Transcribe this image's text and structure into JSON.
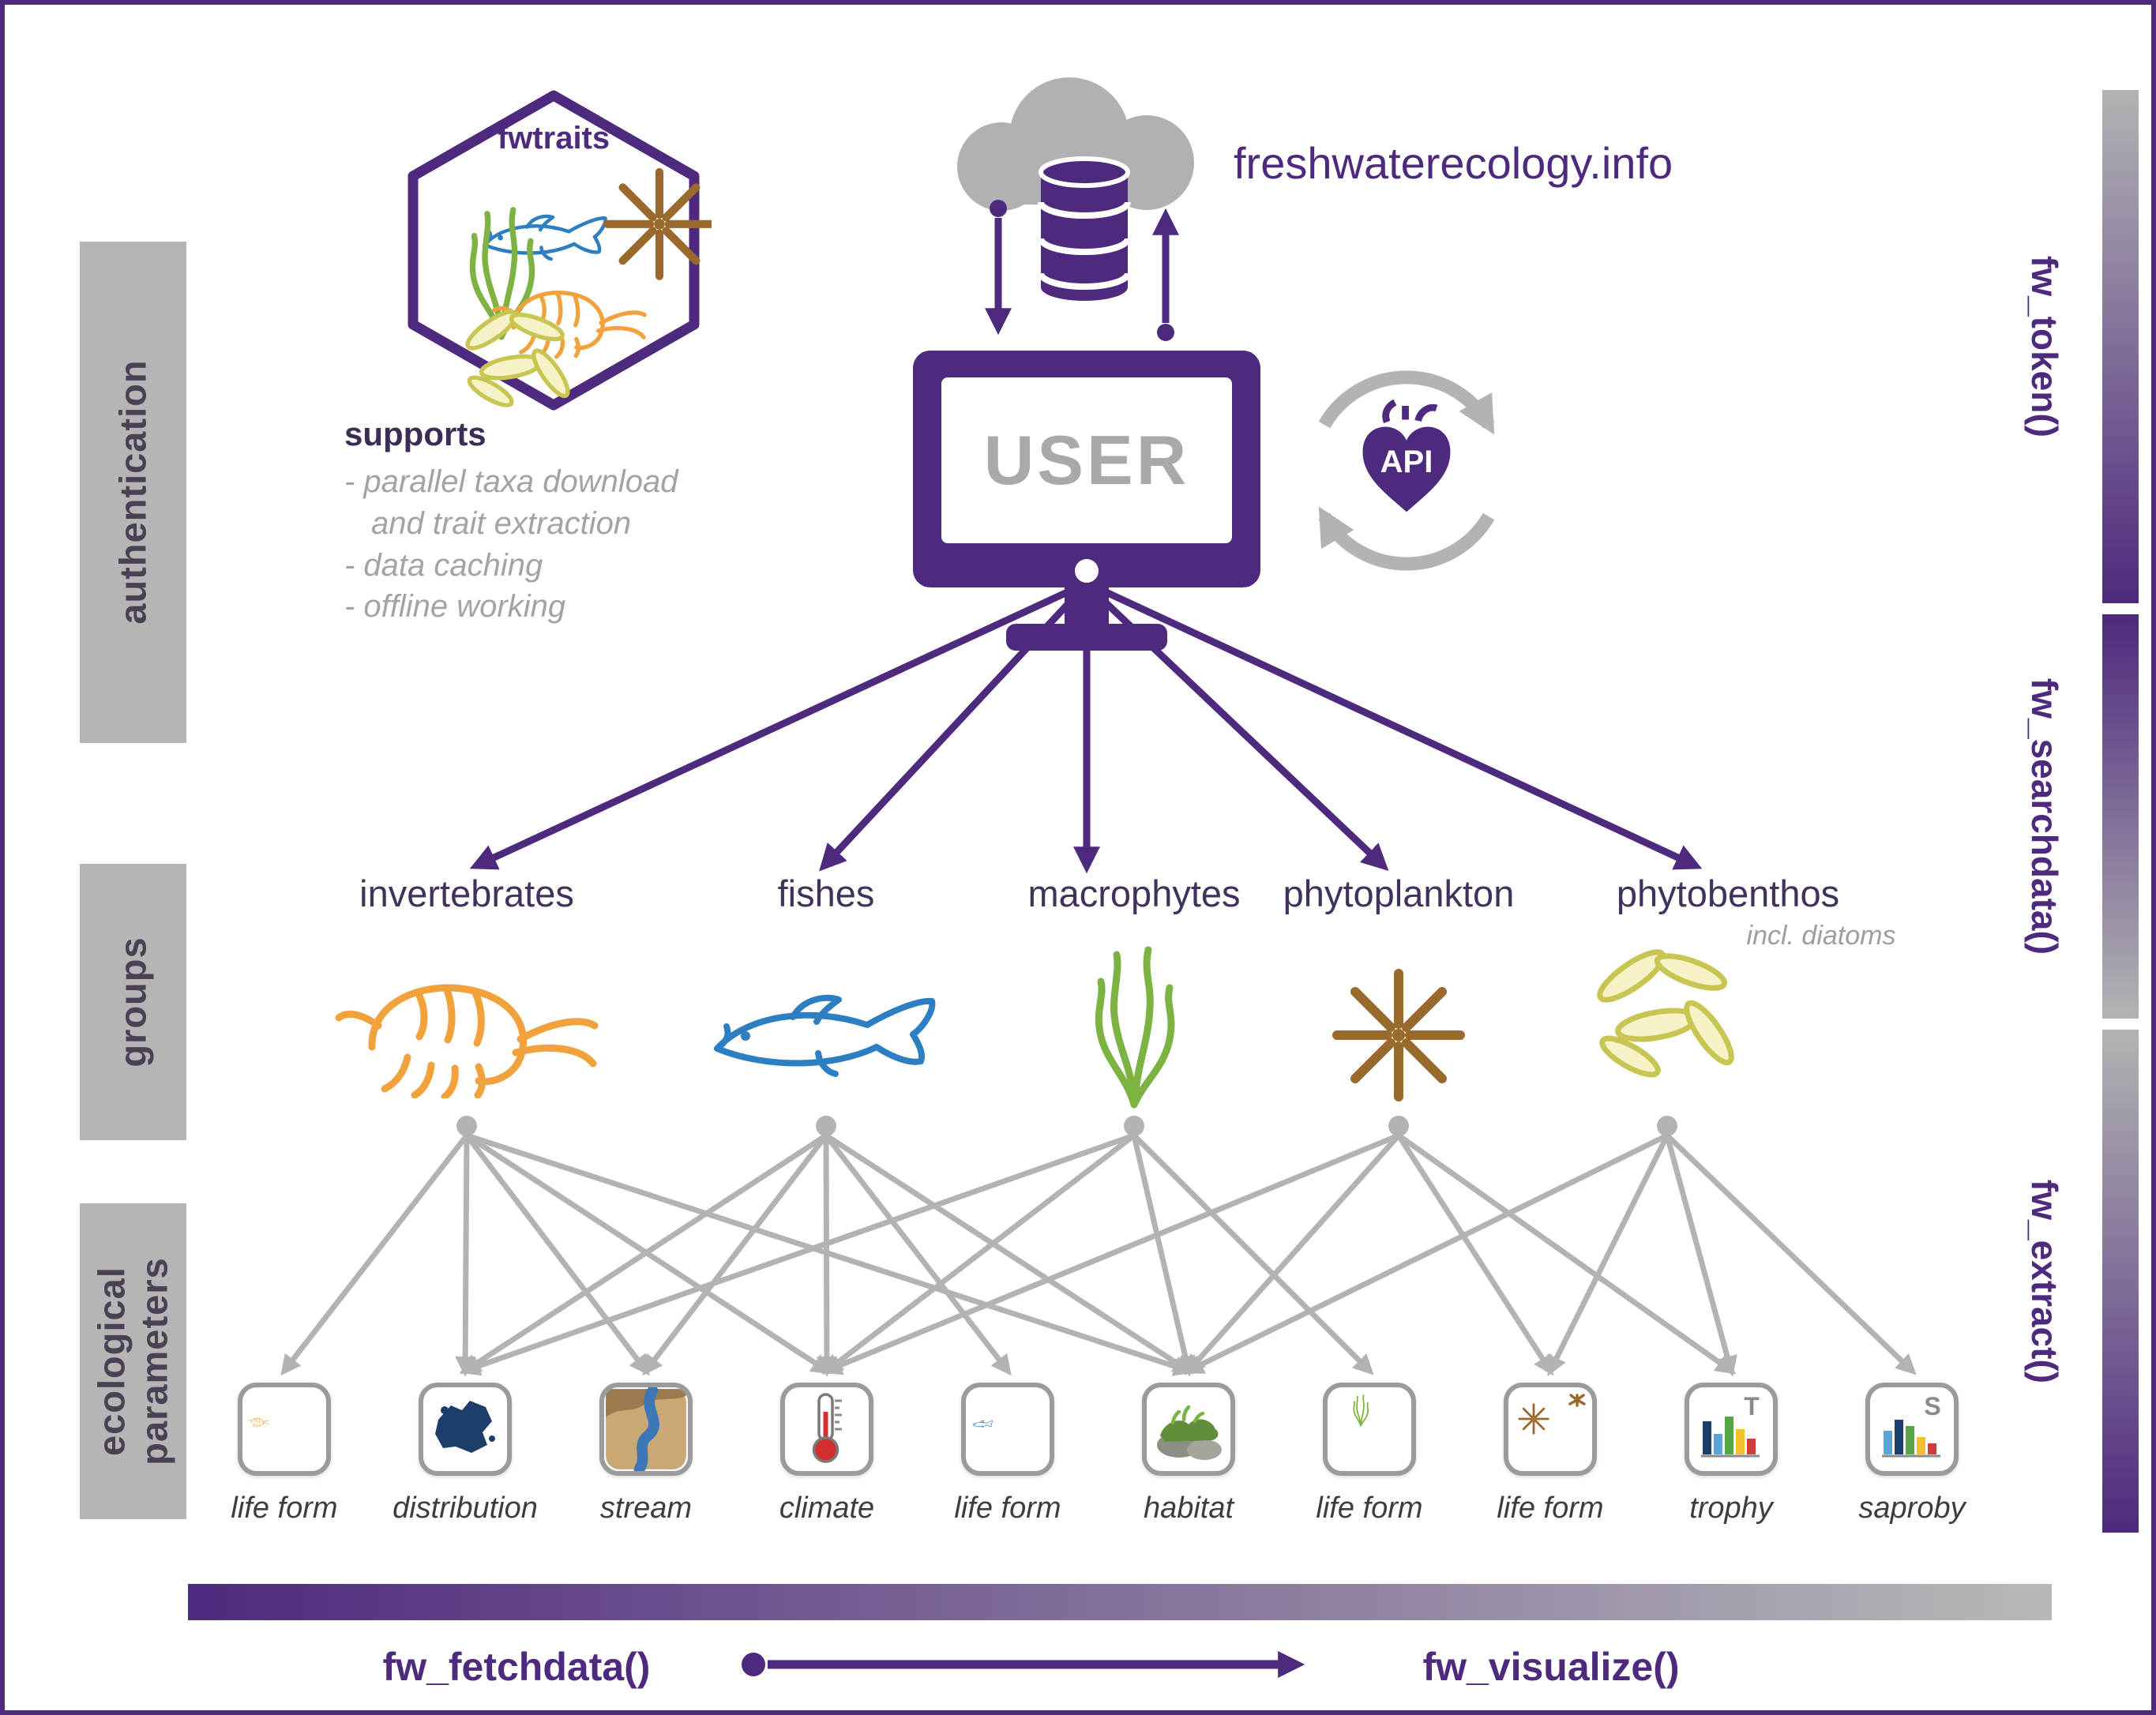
{
  "palette": {
    "purple": "#4e2a7e",
    "gray": "#b3b3b3",
    "orange": "#f1a23c",
    "blue": "#2e7fc1",
    "green": "#7cb342",
    "brown": "#9a6a2d",
    "yellow_green": "#c9c552",
    "navy_map": "#1d3d6b",
    "red_thermo": "#d32f2f"
  },
  "logo": {
    "label": "fwtraits"
  },
  "header": {
    "site": "freshwaterecology.info"
  },
  "user": {
    "label": "USER"
  },
  "api": {
    "label": "API"
  },
  "supports": {
    "title": "supports",
    "items": [
      "- parallel taxa download",
      "and trait extraction",
      "- data caching",
      "- offline working"
    ]
  },
  "side_left": {
    "items": [
      {
        "label": "authentication"
      },
      {
        "label": "groups"
      },
      {
        "label": "ecological\nparameters"
      }
    ]
  },
  "side_right": {
    "items": [
      {
        "label": "fw_token()"
      },
      {
        "label": "fw_searchdata()"
      },
      {
        "label": "fw_extract()"
      }
    ]
  },
  "groups": {
    "items": [
      {
        "name": "invertebrates"
      },
      {
        "name": "fishes"
      },
      {
        "name": "macrophytes"
      },
      {
        "name": "phytoplankton"
      },
      {
        "name": "phytobenthos",
        "note": "incl. diatoms"
      }
    ]
  },
  "parameters": {
    "items": [
      {
        "label": "life form"
      },
      {
        "label": "distribution"
      },
      {
        "label": "stream"
      },
      {
        "label": "climate"
      },
      {
        "label": "life form"
      },
      {
        "label": "habitat"
      },
      {
        "label": "life form"
      },
      {
        "label": "life form"
      },
      {
        "label": "trophy",
        "icon_letter": "T"
      },
      {
        "label": "saproby",
        "icon_letter": "S"
      }
    ]
  },
  "connections": [
    [
      0,
      1,
      2,
      3,
      5
    ],
    [
      1,
      2,
      3,
      4,
      5
    ],
    [
      1,
      3,
      5,
      6
    ],
    [
      3,
      5,
      7,
      8
    ],
    [
      5,
      7,
      8,
      9
    ]
  ],
  "footer": {
    "fetch_label": "fw_fetchdata()",
    "visualize_label": "fw_visualize()"
  }
}
